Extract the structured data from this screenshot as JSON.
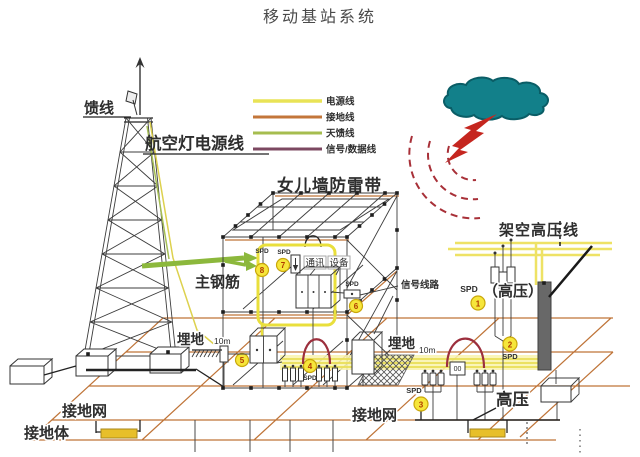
{
  "title": "移动基站系统",
  "legend": {
    "items": [
      {
        "label": "电源线",
        "color": "#e9e356"
      },
      {
        "label": "接地线",
        "color": "#c3763a"
      },
      {
        "label": "天馈线",
        "color": "#a6bd4f"
      },
      {
        "label": "信号/数据线",
        "color": "#7c4861"
      }
    ]
  },
  "labels": {
    "feeder": "馈线",
    "aviation_power": "航空灯电源线",
    "parapet_belt": "女儿墙防雷带",
    "main_rebar": "主钢筋",
    "comm_1": "通讯",
    "comm_2": "设备",
    "signal_route": "信号线路",
    "overhead_hv": "架空高压线",
    "hv_paren": "（高压）",
    "hv": "高压",
    "buried": "埋地",
    "buried_depth": "10m",
    "ground_net": "接地网",
    "ground_body": "接地体",
    "spd": "SPD",
    "meter": "00"
  },
  "spd_units": [
    {
      "num": "1"
    },
    {
      "num": "2"
    },
    {
      "num": "3"
    },
    {
      "num": "4"
    },
    {
      "num": "5"
    },
    {
      "num": "6"
    },
    {
      "num": "7"
    },
    {
      "num": "8"
    }
  ]
}
